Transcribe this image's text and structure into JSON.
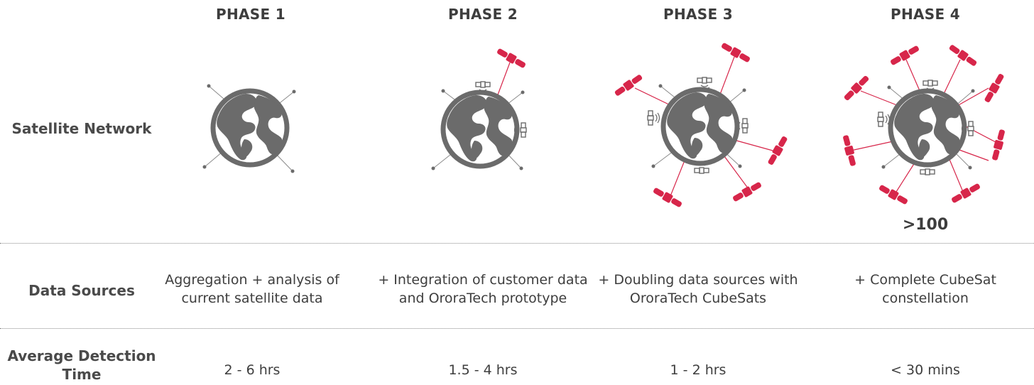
{
  "phases": [
    "PHASE 1",
    "PHASE 2",
    "PHASE 3",
    "PHASE 4"
  ],
  "rows": {
    "network": {
      "label": "Satellite Network"
    },
    "data_sources": {
      "label": "Data Sources",
      "cells": [
        [
          "Aggregation + analysis of",
          "current satellite data"
        ],
        [
          "+ Integration of customer data",
          "and OroraTech prototype"
        ],
        [
          "+ Doubling data sources with",
          "OroraTech CubeSats"
        ],
        [
          "+ Complete CubeSat",
          "constellation"
        ]
      ]
    },
    "detection": {
      "label_line1": "Average Detection",
      "label_line2": "Time",
      "cells": [
        "2 - 6 hrs",
        "1.5 - 4 hrs",
        "1 - 2 hrs",
        "< 30 mins"
      ]
    }
  },
  "phase4_count": ">100",
  "colors": {
    "earth": "#6b6b6b",
    "cubesat": "#d7264a",
    "text": "#3d3d3d",
    "line": "#8a8a8a"
  },
  "icons": [
    "earth-globe-icon",
    "existing-satellite-icon",
    "cubesat-icon"
  ]
}
